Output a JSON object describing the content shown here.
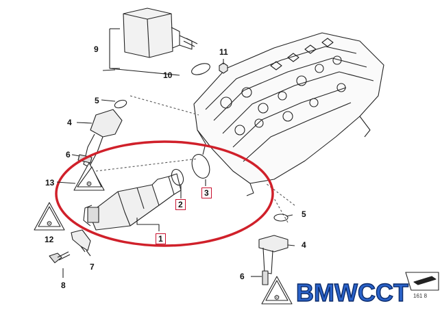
{
  "diagram": {
    "callouts": [
      {
        "id": "c9",
        "text": "9"
      },
      {
        "id": "c10",
        "text": "10"
      },
      {
        "id": "c11",
        "text": "11"
      },
      {
        "id": "c5a",
        "text": "5"
      },
      {
        "id": "c4a",
        "text": "4"
      },
      {
        "id": "c6a",
        "text": "6"
      },
      {
        "id": "c13",
        "text": "13"
      },
      {
        "id": "c12",
        "text": "12"
      },
      {
        "id": "c8",
        "text": "8"
      },
      {
        "id": "c7",
        "text": "7"
      },
      {
        "id": "c5b",
        "text": "5"
      },
      {
        "id": "c4b",
        "text": "4"
      },
      {
        "id": "c6b",
        "text": "6"
      }
    ],
    "highlighted_callouts": [
      {
        "id": "h1",
        "text": "1"
      },
      {
        "id": "h2",
        "text": "2"
      },
      {
        "id": "h3",
        "text": "3"
      }
    ],
    "highlight_color": "#d0202a",
    "warning_symbol_text": "⚙▲",
    "drawing_number": "161 8",
    "watermark": "BMWCCT",
    "watermark_color": "#2a62c9"
  }
}
